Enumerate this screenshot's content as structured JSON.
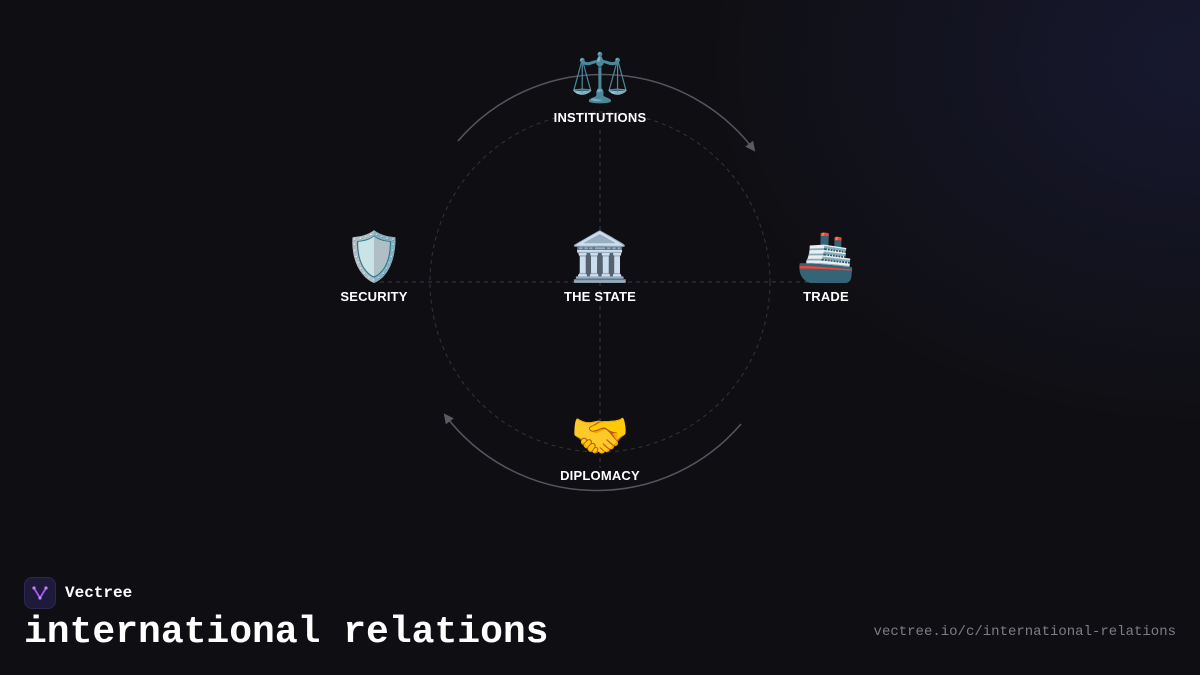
{
  "diagram": {
    "nodes": {
      "top": {
        "label": "INSTITUTIONS",
        "icon": "balance-scale-icon",
        "glyph": "⚖️"
      },
      "center": {
        "label": "THE STATE",
        "icon": "classical-building-icon",
        "glyph": "🏛️"
      },
      "left": {
        "label": "SECURITY",
        "icon": "shield-icon",
        "glyph": "🛡️"
      },
      "right": {
        "label": "TRADE",
        "icon": "ship-icon",
        "glyph": "🚢"
      },
      "bottom": {
        "label": "DIPLOMACY",
        "icon": "handshake-icon",
        "glyph": "🤝"
      }
    },
    "colors": {
      "line": "#3a3a44",
      "arrow": "#5a5a64",
      "label": "#ffffff"
    }
  },
  "footer": {
    "brand_name": "Vectree",
    "title": "international relations",
    "url": "vectree.io/c/international-relations",
    "logo_color": "#a855f7"
  }
}
